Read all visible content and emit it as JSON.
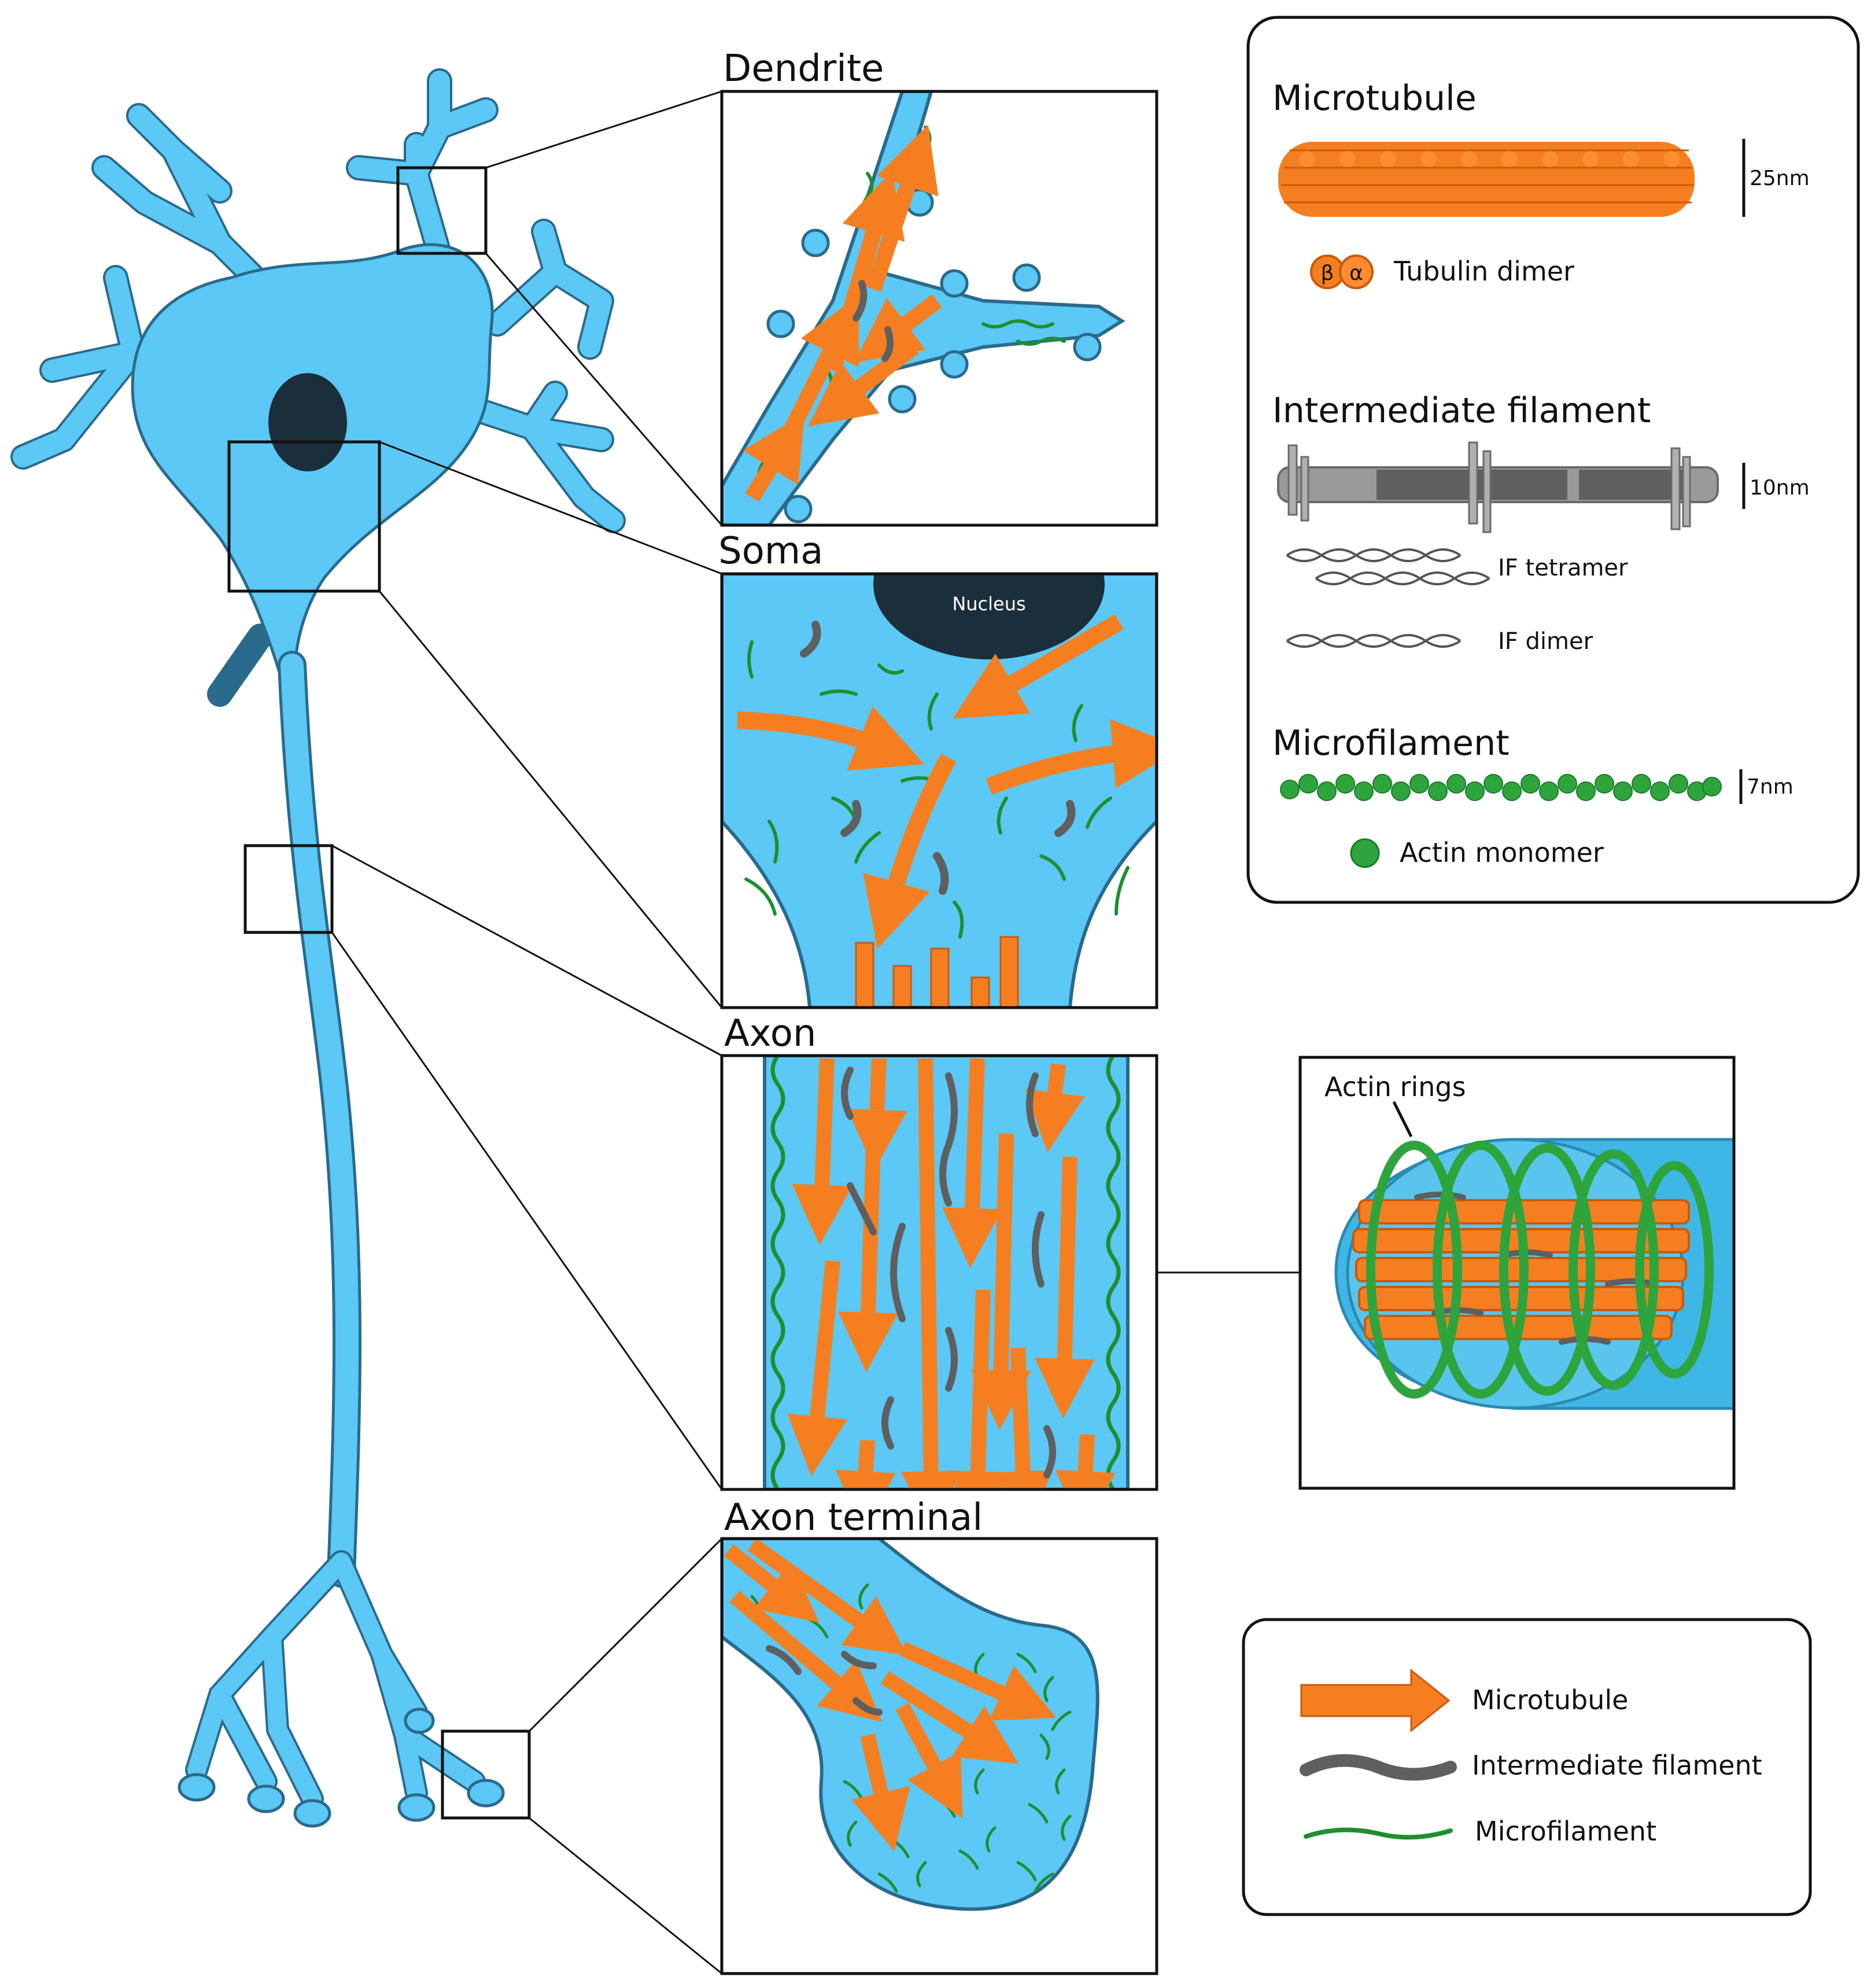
{
  "colors": {
    "cytoplasm": "#5bc8f5",
    "cell_outline": "#2a6a8c",
    "nucleus": "#1b2e3c",
    "microtubule": "#f57f20",
    "microtubule_dark": "#c95a0c",
    "intermediate_filament": "#5f5f5f",
    "microfilament": "#1f8f2e",
    "actin_monomer": "#2ea43d"
  },
  "panels": {
    "dendrite": "Dendrite",
    "soma": "Soma",
    "soma_nucleus": "Nucleus",
    "axon": "Axon",
    "axon_terminal": "Axon terminal"
  },
  "actin_rings_label": "Actin rings",
  "structures_legend": {
    "microtubule_title": "Microtubule",
    "microtubule_scale": "25nm",
    "tubulin_beta": "β",
    "tubulin_alpha": "α",
    "tubulin_dimer": "Tubulin dimer",
    "intermediate_title": "Intermediate filament",
    "intermediate_scale": "10nm",
    "if_tetramer": "IF tetramer",
    "if_dimer": "IF dimer",
    "microfilament_title": "Microfilament",
    "microfilament_scale": "7nm",
    "actin_monomer": "Actin monomer"
  },
  "key_legend": {
    "microtubule": "Microtubule",
    "intermediate_filament": "Intermediate filament",
    "microfilament": "Microfilament"
  }
}
